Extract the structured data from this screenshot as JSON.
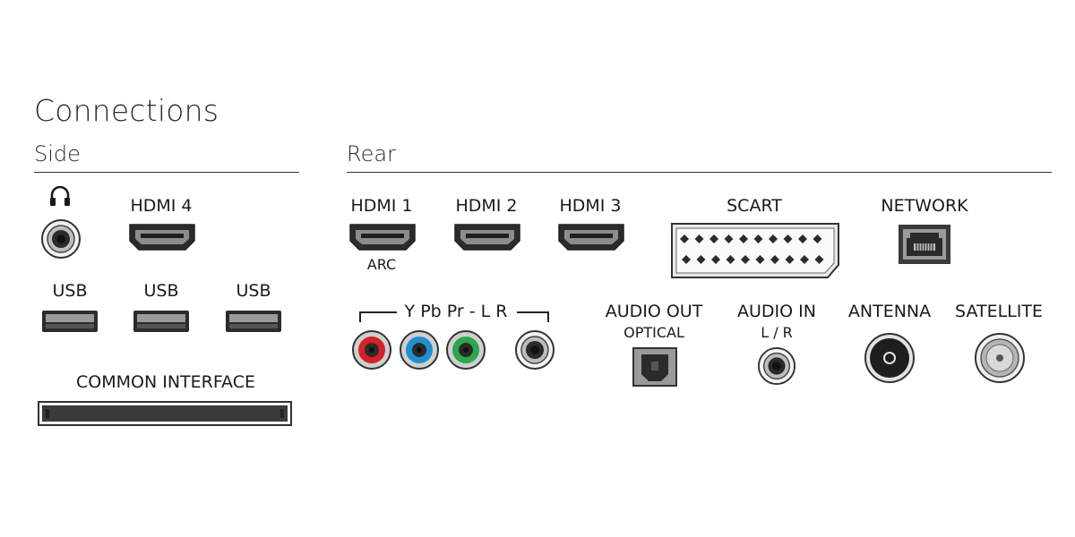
{
  "page": {
    "title": "Connections"
  },
  "sections": {
    "side": "Side",
    "rear": "Rear"
  },
  "side": {
    "headphone_icon": "headphones-icon",
    "hdmi4": "HDMI 4",
    "usb": [
      "USB",
      "USB",
      "USB"
    ],
    "common_interface": "COMMON INTERFACE"
  },
  "rear": {
    "hdmi1": "HDMI 1",
    "hdmi1_sub": "ARC",
    "hdmi2": "HDMI 2",
    "hdmi3": "HDMI 3",
    "scart": "SCART",
    "network": "NETWORK",
    "component": "Y Pb Pr - L R",
    "audio_out": "AUDIO OUT",
    "audio_out_sub": "OPTICAL",
    "audio_in": "AUDIO IN",
    "audio_in_sub": "L / R",
    "antenna": "ANTENNA",
    "satellite": "SATELLITE"
  },
  "colors": {
    "line": "#333333",
    "component_red": "#d6202a",
    "component_blue": "#1f8fd0",
    "component_green": "#2aa84a",
    "port_dark": "#2b2b2b"
  }
}
